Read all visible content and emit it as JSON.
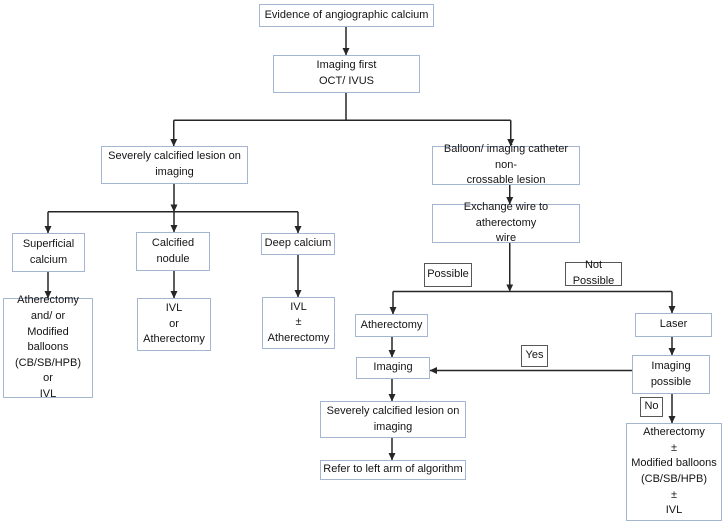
{
  "nodes": {
    "evidence": {
      "label": "Evidence of angiographic calcium"
    },
    "imaging_first": {
      "label": "Imaging first\nOCT/ IVUS"
    },
    "severe_left": {
      "label": "Severely calcified lesion on\nimaging"
    },
    "balloon": {
      "label": "Balloon/ imaging catheter non-\ncrossable lesion"
    },
    "exchange": {
      "label": "Exchange wire to atherectomy\nwire"
    },
    "superficial": {
      "label": "Superficial\ncalcium"
    },
    "nodule": {
      "label": "Calcified\nnodule"
    },
    "deep": {
      "label": "Deep calcium"
    },
    "treat_superficial": {
      "label": "Atherectomy\nand/ or\nModified balloons\n(CB/SB/HPB)\nor\nIVL"
    },
    "treat_nodule": {
      "label": "IVL\nor\nAtherectomy"
    },
    "treat_deep": {
      "label": "IVL\n±\nAtherectomy"
    },
    "atherectomy_r": {
      "label": "Atherectomy"
    },
    "laser": {
      "label": "Laser"
    },
    "imaging": {
      "label": "Imaging"
    },
    "imaging_possible": {
      "label": "Imaging\npossible"
    },
    "severe_bottom": {
      "label": "Severely calcified lesion on\nimaging"
    },
    "refer": {
      "label": "Refer to left arm of algorithm"
    },
    "treat_no_imaging": {
      "label": "Atherectomy\n±\nModified balloons\n(CB/SB/HPB)\n±\nIVL"
    },
    "possible": {
      "label": "Possible"
    },
    "not_possible": {
      "label": "Not Possible"
    },
    "yes": {
      "label": "Yes"
    },
    "no": {
      "label": "No"
    }
  },
  "edges": [
    {
      "from": "evidence",
      "to": "imaging_first"
    },
    {
      "from": "imaging_first",
      "to": "severe_left"
    },
    {
      "from": "imaging_first",
      "to": "balloon"
    },
    {
      "from": "severe_left",
      "to": "superficial"
    },
    {
      "from": "severe_left",
      "to": "nodule"
    },
    {
      "from": "severe_left",
      "to": "deep"
    },
    {
      "from": "superficial",
      "to": "treat_superficial"
    },
    {
      "from": "nodule",
      "to": "treat_nodule"
    },
    {
      "from": "deep",
      "to": "treat_deep"
    },
    {
      "from": "balloon",
      "to": "exchange"
    },
    {
      "from": "exchange",
      "to": "atherectomy_r",
      "label": "Possible"
    },
    {
      "from": "exchange",
      "to": "laser",
      "label": "Not Possible"
    },
    {
      "from": "atherectomy_r",
      "to": "imaging"
    },
    {
      "from": "laser",
      "to": "imaging_possible"
    },
    {
      "from": "imaging_possible",
      "to": "imaging",
      "label": "Yes"
    },
    {
      "from": "imaging",
      "to": "severe_bottom"
    },
    {
      "from": "severe_bottom",
      "to": "refer"
    },
    {
      "from": "imaging_possible",
      "to": "treat_no_imaging",
      "label": "No"
    }
  ],
  "colors": {
    "node_border": "#a4b5d1",
    "tag_border": "#575757",
    "line": "#262626",
    "background": "#ffffff",
    "text": "#141414"
  }
}
